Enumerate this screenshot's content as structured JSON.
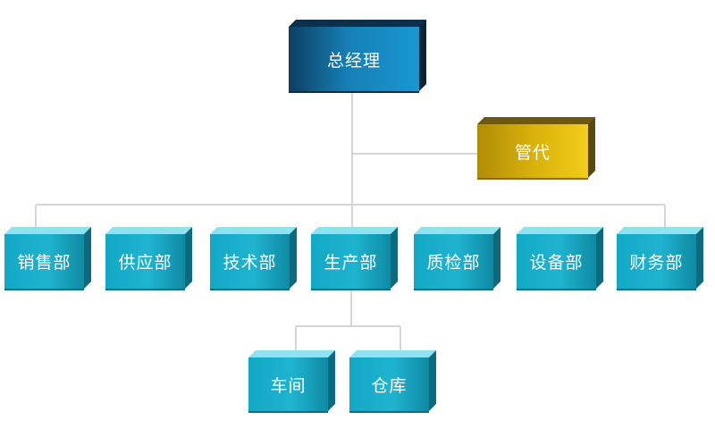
{
  "ceo": "总经理",
  "agent": "管代",
  "departments": [
    "销售部",
    "供应部",
    "技术部",
    "生产部",
    "质检部",
    "设备部",
    "财务部"
  ],
  "production_units": [
    "车间",
    "仓库"
  ],
  "colors": {
    "ceo": "#157fb4",
    "agent": "#d8b10a",
    "department": "#1fb3cf",
    "connector": "#c8c8c8"
  }
}
